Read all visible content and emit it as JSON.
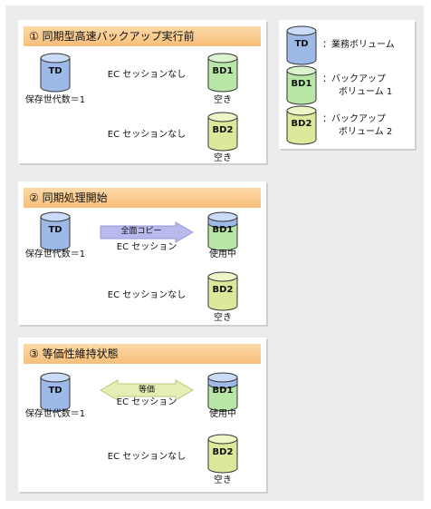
{
  "colors": {
    "td": "#9cb9e8",
    "td_top": "#c9dbf6",
    "bd1": "#b7e6a6",
    "bd1_top": "#dcf4d0",
    "bd2": "#dbe99a",
    "bd2_top": "#eef5c6",
    "title_bar": "#f7bf7a",
    "copy_arrow": "#b9b9ee",
    "sync_arrow": "#e3efb4"
  },
  "panels": [
    {
      "title": "① 同期型高速バックアップ実行前",
      "td_label": "TD",
      "td_caption": "保存世代数＝1",
      "bd1_label": "BD1",
      "bd1_status": "空き",
      "bd1_link": "EC セッションなし",
      "bd2_label": "BD2",
      "bd2_status": "空き",
      "bd2_link": "EC セッションなし"
    },
    {
      "title": "② 同期処理開始",
      "td_label": "TD",
      "td_caption": "保存世代数＝1",
      "bd1_label": "BD1",
      "bd1_status": "使用中",
      "arrow_label": "全面コピー",
      "arrow_caption": "EC セッション",
      "bd2_label": "BD2",
      "bd2_status": "空き",
      "bd2_link": "EC セッションなし"
    },
    {
      "title": "③ 等価性維持状態",
      "td_label": "TD",
      "td_caption": "保存世代数＝1",
      "bd1_label": "BD1",
      "bd1_status": "使用中",
      "arrow_label": "等価",
      "arrow_caption": "EC セッション",
      "bd2_label": "BD2",
      "bd2_status": "空き",
      "bd2_link": "EC セッションなし"
    }
  ],
  "legend": [
    {
      "label": "TD",
      "text1": "：業務ボリューム",
      "text2": ""
    },
    {
      "label": "BD1",
      "text1": "：バックアップ",
      "text2": "ボリューム 1"
    },
    {
      "label": "BD2",
      "text1": "：バックアップ",
      "text2": "ボリューム 2"
    }
  ]
}
